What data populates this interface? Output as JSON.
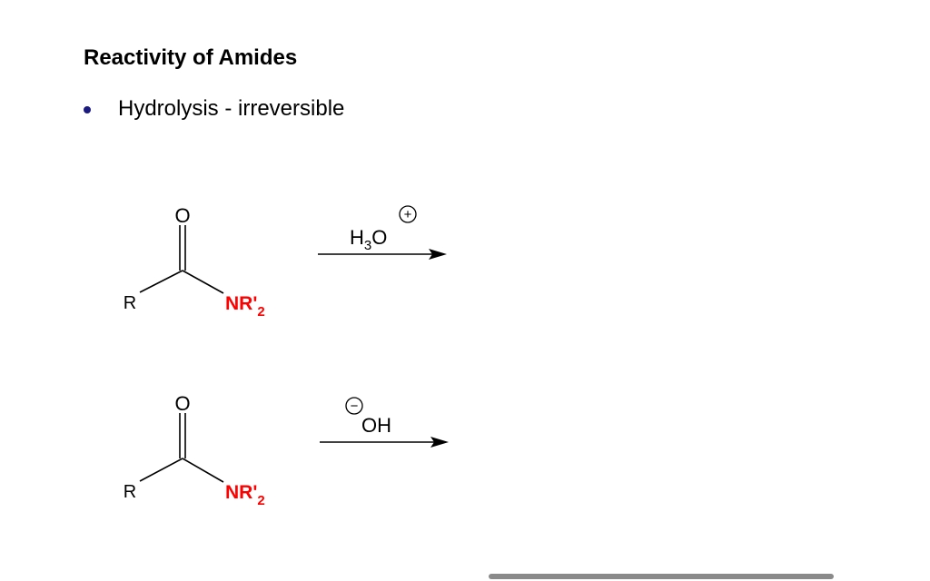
{
  "slide": {
    "title": "Reactivity of Amides",
    "bullet": "Hydrolysis - irreversible"
  },
  "reaction_1": {
    "oxygen": "O",
    "r_group": "R",
    "amine_main": "NR'",
    "amine_sub": "2",
    "reagent_h": "H",
    "reagent_sub": "3",
    "reagent_o": "O",
    "charge": "+"
  },
  "reaction_2": {
    "oxygen": "O",
    "r_group": "R",
    "amine_main": "NR'",
    "amine_sub": "2",
    "reagent": "OH",
    "charge": "−"
  },
  "colors": {
    "amine": "#ff0000",
    "bullet": "#1a1a80",
    "text": "#000000",
    "scrollbar": "#8a8a8a"
  }
}
